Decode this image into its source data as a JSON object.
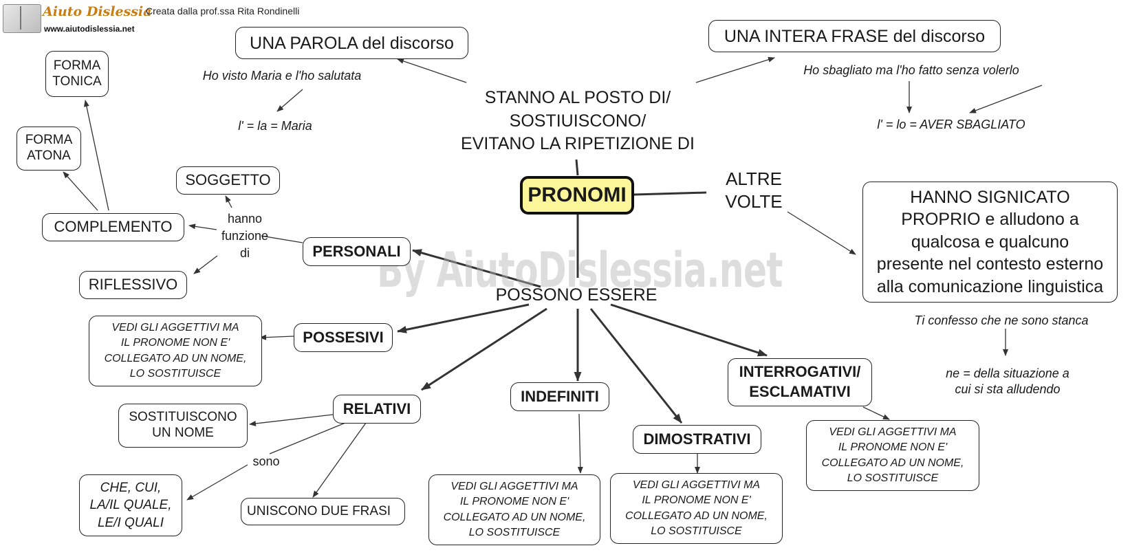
{
  "header": {
    "logo_text": "Aiuto Dislessia",
    "logo_url": "www.aiutodislessia.net",
    "credit": "Creata dalla prof.ssa Rita Rondinelli"
  },
  "watermark": "By AiutoDislessia.net",
  "center": {
    "title": "PRONOMI",
    "above_text": "STANNO AL POSTO DI/\nSOSTIUISCONO/\nEVITANO LA RIPETIZIONE DI",
    "below_text": "POSSONO ESSERE",
    "right_text": "ALTRE\nVOLTE"
  },
  "top_left": {
    "box": "UNA PAROLA del discorso",
    "example": "Ho visto Maria e l'ho salutata",
    "explanation": "l' = la = Maria"
  },
  "top_right": {
    "box": "UNA INTERA FRASE del discorso",
    "example": "Ho sbagliato ma l'ho fatto senza volerlo",
    "explanation": "l' = lo = AVER SBAGLIATO"
  },
  "right": {
    "box": "HANNO SIGNICATO\nPROPRIO e alludono a\nqualcosa e qualcuno\npresente nel contesto esterno\nalla comunicazione linguistica",
    "example": "Ti confesso che ne sono stanca",
    "explanation": "ne = della situazione a\ncui si sta alludendo"
  },
  "personali": {
    "label": "PERSONALI",
    "link": "hanno\nfunzione\ndi",
    "soggetto": "SOGGETTO",
    "complemento": "COMPLEMENTO",
    "riflessivo": "RIFLESSIVO",
    "forma_atona": "FORMA\nATONA",
    "forma_tonica": "FORMA\nTONICA"
  },
  "possesivi": {
    "label": "POSSESIVI",
    "note": "VEDI GLI AGGETTIVI MA\nIL PRONOME NON E'\nCOLLEGATO AD UN NOME,\nLO SOSTITUISCE"
  },
  "relativi": {
    "label": "RELATIVI",
    "sostituiscono": "SOSTITUISCONO\nUN NOME",
    "link": "sono",
    "che_cui": "CHE, CUI,\nLA/IL QUALE,\nLE/I QUALI",
    "uniscono": "UNISCONO DUE FRASI"
  },
  "indefiniti": {
    "label": "INDEFINITI",
    "note": "VEDI GLI AGGETTIVI MA\nIL PRONOME NON E'\nCOLLEGATO AD UN NOME,\nLO SOSTITUISCE"
  },
  "dimostrativi": {
    "label": "DIMOSTRATIVI",
    "note": "VEDI GLI AGGETTIVI MA\nIL PRONOME NON E'\nCOLLEGATO AD UN NOME,\nLO SOSTITUISCE"
  },
  "interrogativi": {
    "label": "INTERROGATIVI/\nESCLAMATIVI",
    "note": "VEDI GLI AGGETTIVI MA\nIL PRONOME NON E'\nCOLLEGATO AD UN NOME,\nLO SOSTITUISCE"
  },
  "colors": {
    "main_fill": "#fbf69a",
    "line": "#333333"
  }
}
